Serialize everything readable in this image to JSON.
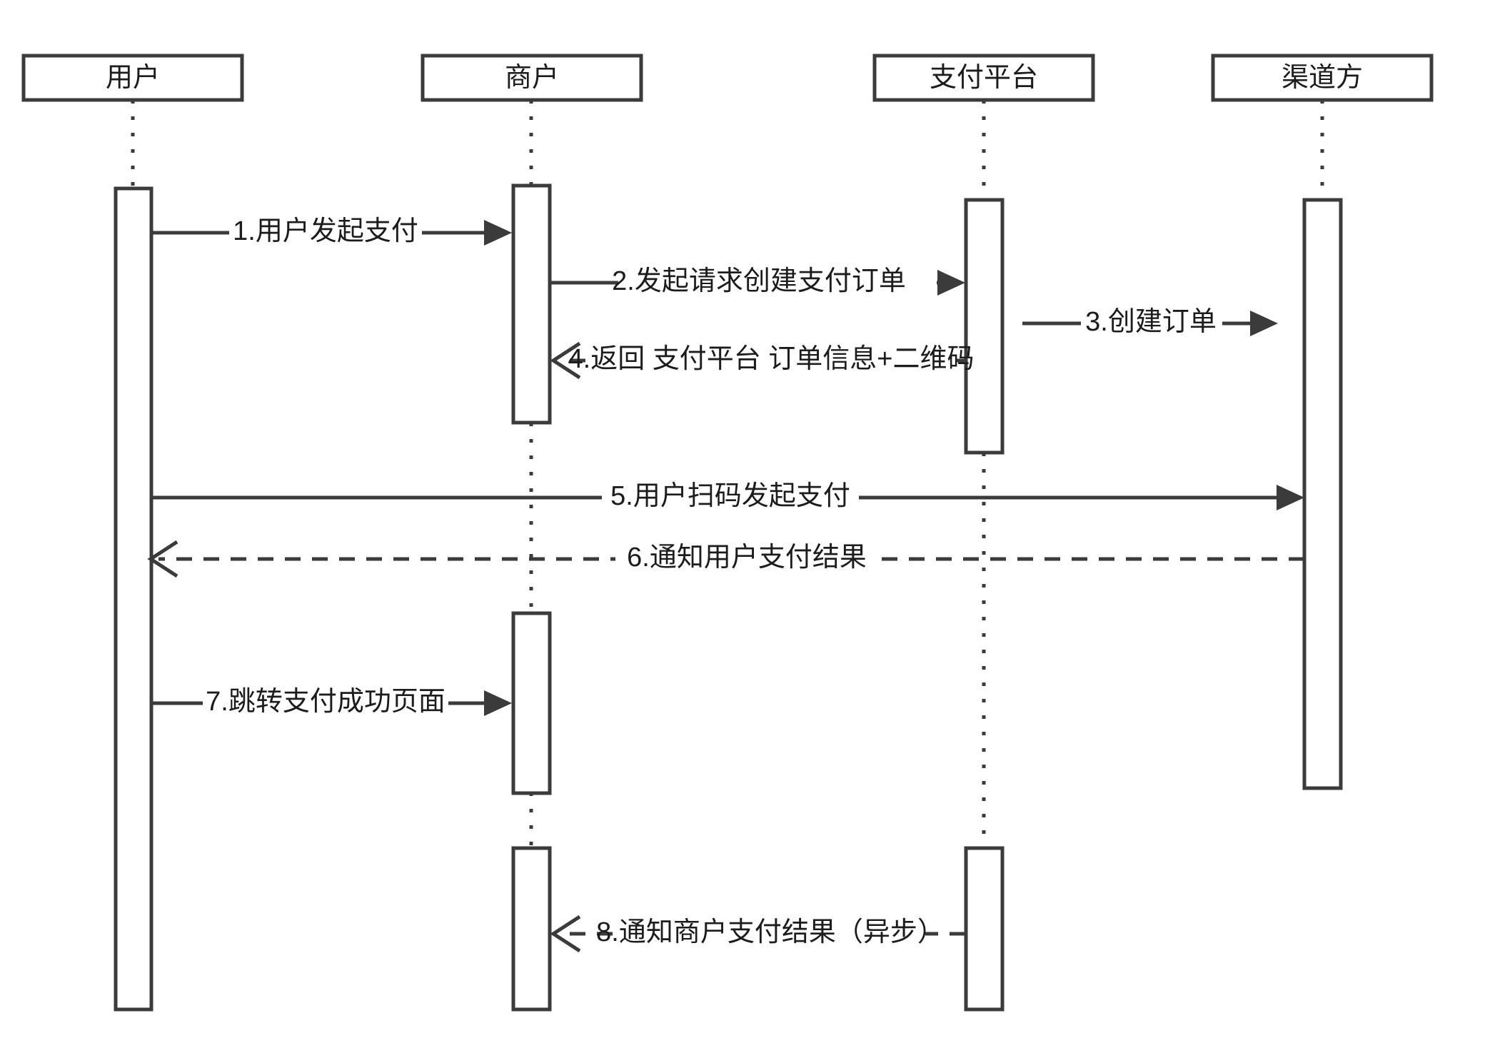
{
  "diagram": {
    "type": "sequence-diagram",
    "title": "",
    "background_color": "#ffffff",
    "line_color": "#3b3b3b",
    "text_color": "#1c1c1c",
    "participants": [
      {
        "id": "user",
        "label": "用户"
      },
      {
        "id": "merchant",
        "label": "商户"
      },
      {
        "id": "pay_platform",
        "label": "支付平台"
      },
      {
        "id": "channel",
        "label": "渠道方"
      }
    ],
    "messages": [
      {
        "number": "1",
        "label": "1.用户发起支付",
        "from": "user",
        "to": "merchant",
        "style": "solid",
        "arrow": "filled"
      },
      {
        "number": "2",
        "label": "2.发起请求创建支付订单",
        "from": "merchant",
        "to": "pay_platform",
        "style": "solid",
        "arrow": "filled"
      },
      {
        "number": "3",
        "label": "3.创建订单",
        "from": "pay_platform",
        "to": "channel",
        "style": "solid",
        "arrow": "filled"
      },
      {
        "number": "4",
        "label": "4.返回 支付平台 订单信息+二维码",
        "from": "pay_platform",
        "to": "merchant",
        "style": "dashed",
        "arrow": "open"
      },
      {
        "number": "5",
        "label": "5.用户扫码发起支付",
        "from": "user",
        "to": "channel",
        "style": "solid",
        "arrow": "filled"
      },
      {
        "number": "6",
        "label": "6.通知用户支付结果",
        "from": "channel",
        "to": "user",
        "style": "dashed",
        "arrow": "open"
      },
      {
        "number": "7",
        "label": "7.跳转支付成功页面",
        "from": "user",
        "to": "merchant",
        "style": "solid",
        "arrow": "filled"
      },
      {
        "number": "8",
        "label": "8.通知商户支付结果（异步）",
        "from": "pay_platform",
        "to": "merchant",
        "style": "dashed",
        "arrow": "open"
      }
    ]
  }
}
